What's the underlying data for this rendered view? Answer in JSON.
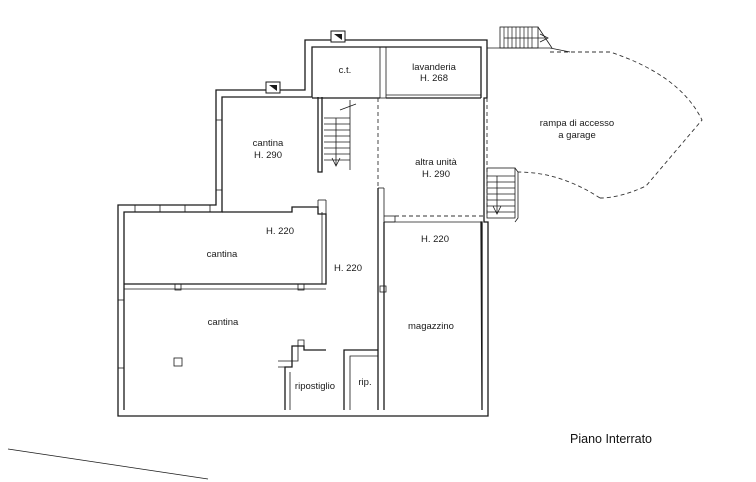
{
  "plan_title": "Piano Interrato",
  "rooms": {
    "ct": {
      "name": "c.t."
    },
    "lavanderia": {
      "name": "lavanderia",
      "height": "H. 268"
    },
    "cantina_upper": {
      "name": "cantina",
      "height": "H. 290"
    },
    "altra_unita": {
      "name": "altra unità",
      "height": "H. 290"
    },
    "rampa": {
      "line1": "rampa di accesso",
      "line2": "a garage"
    },
    "cantina_mid": {
      "name": "cantina",
      "height": "H. 220"
    },
    "corridor": {
      "height": "H. 220"
    },
    "magazzino": {
      "name": "magazzino",
      "height": "H. 220"
    },
    "cantina_low": {
      "name": "cantina"
    },
    "ripostiglio": {
      "name": "ripostiglio"
    },
    "rip": {
      "name": "rip."
    }
  }
}
